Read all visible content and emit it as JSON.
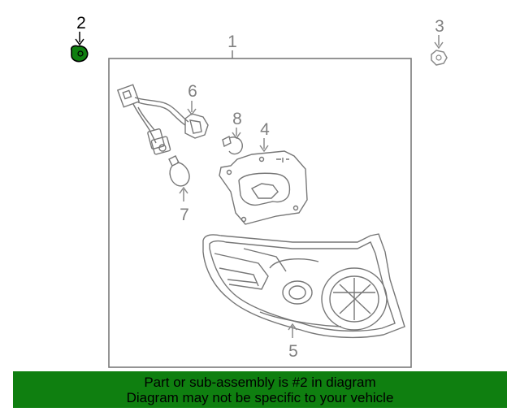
{
  "diagram": {
    "callouts": {
      "c1": "1",
      "c2": "2",
      "c3": "3",
      "c4": "4",
      "c5": "5",
      "c6": "6",
      "c7": "7",
      "c8": "8"
    },
    "highlighted_part": "2",
    "highlight_color": "#0f7f10",
    "line_color": "#808080"
  },
  "banner": {
    "line1": "Part or sub-assembly is #2 in diagram",
    "line2": "Diagram may not be specific to your vehicle",
    "background": "#0f7f10"
  }
}
